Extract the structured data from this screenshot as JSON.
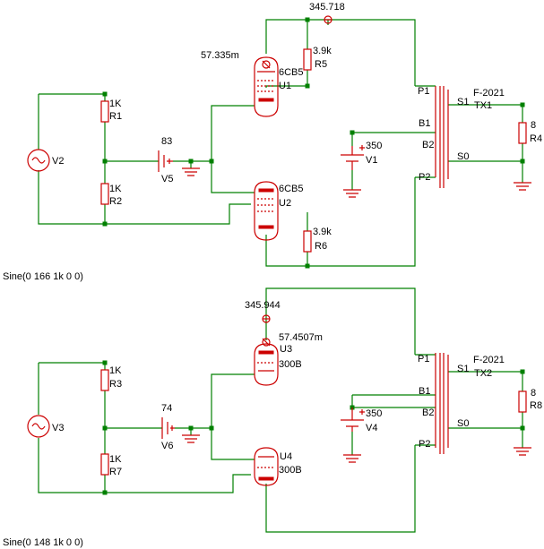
{
  "colors": {
    "wire": "#008000",
    "component": "#cc0000",
    "text": "#000000",
    "background": "#ffffff"
  },
  "top": {
    "current_label": "345.718",
    "grid_current_label": "57.335m",
    "source": {
      "name": "V2",
      "spec": "Sine(0 166 1k 0 0)"
    },
    "r1": {
      "value": "1K",
      "name": "R1"
    },
    "r2": {
      "value": "1K",
      "name": "R2"
    },
    "bias": {
      "value": "83",
      "name": "V5"
    },
    "r5": {
      "value": "3.9k",
      "name": "R5"
    },
    "r6": {
      "value": "3.9k",
      "name": "R6"
    },
    "tube_upper": {
      "type": "6CB5",
      "name": "U1"
    },
    "tube_lower": {
      "type": "6CB5",
      "name": "U2"
    },
    "supply": {
      "value": "350",
      "name": "V1"
    },
    "transformer": {
      "type": "F-2021",
      "name": "TX1",
      "p1": "P1",
      "b1": "B1",
      "b2": "B2",
      "p2": "P2",
      "s1": "S1",
      "s0": "S0"
    },
    "load": {
      "value": "8",
      "name": "R4"
    }
  },
  "bottom": {
    "current_label": "345.944",
    "grid_current_label": "57.4507m",
    "source": {
      "name": "V3",
      "spec": "Sine(0 148 1k 0 0)"
    },
    "r3": {
      "value": "1K",
      "name": "R3"
    },
    "r7": {
      "value": "1K",
      "name": "R7"
    },
    "bias": {
      "value": "74",
      "name": "V6"
    },
    "tube_upper": {
      "type": "300B",
      "name": "U3"
    },
    "tube_lower": {
      "type": "300B",
      "name": "U4"
    },
    "supply": {
      "value": "350",
      "name": "V4"
    },
    "transformer": {
      "type": "F-2021",
      "name": "TX2",
      "p1": "P1",
      "b1": "B1",
      "b2": "B2",
      "p2": "P2",
      "s1": "S1",
      "s0": "S0"
    },
    "load": {
      "value": "8",
      "name": "R8"
    }
  }
}
